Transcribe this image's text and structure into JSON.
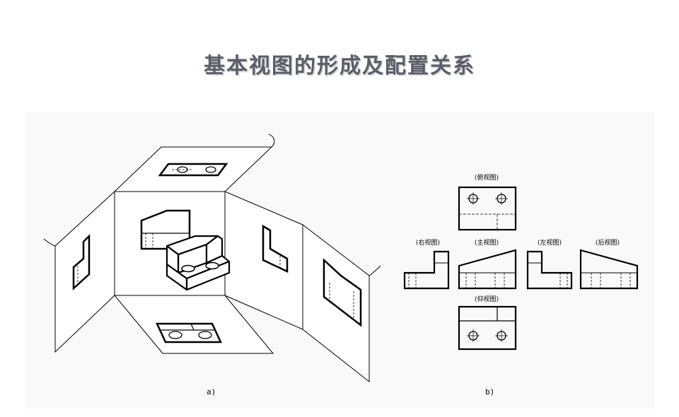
{
  "title": "基本视图的形成及配置关系",
  "figures": {
    "a": {
      "caption": "a)"
    },
    "b": {
      "caption": "b)"
    }
  },
  "views": {
    "top": "(俯视图)",
    "right": "(右视图)",
    "front": "(主视图)",
    "left": "(左视图)",
    "rear": "(后视图)",
    "bottom": "(仰视图)"
  }
}
